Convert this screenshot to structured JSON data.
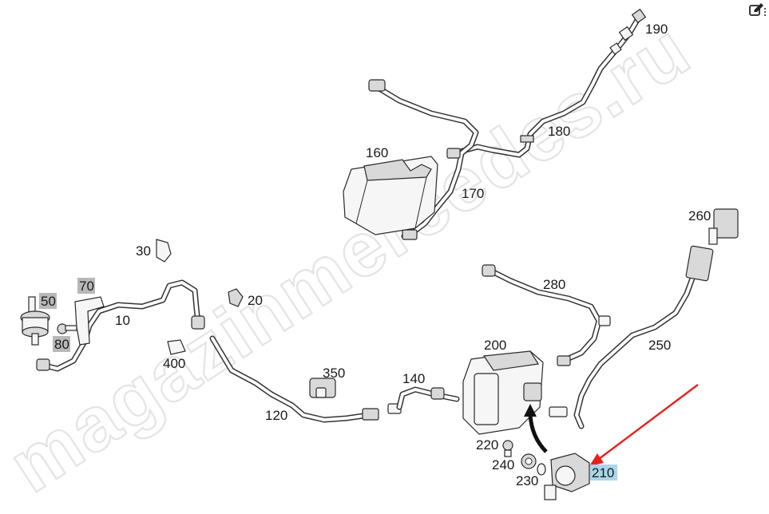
{
  "toolbar": {
    "edit_icon": "edit-icon"
  },
  "watermark": {
    "text": "magazinmercedes.ru"
  },
  "callouts": {
    "c10": "10",
    "c20": "20",
    "c30": "30",
    "c50": "50",
    "c70": "70",
    "c80": "80",
    "c120": "120",
    "c140": "140",
    "c160": "160",
    "c170": "170",
    "c180": "180",
    "c190": "190",
    "c200": "200",
    "c210": "210",
    "c220": "220",
    "c230": "230",
    "c240": "240",
    "c250": "250",
    "c260": "260",
    "c280": "280",
    "c350": "350",
    "c400": "400"
  },
  "highlight": {
    "gray_callouts": [
      "50",
      "70",
      "80"
    ],
    "blue_callout": "210",
    "gray_color": "#b8b8b8",
    "blue_color": "#a9d6ea",
    "arrow_color": "#e8201c"
  }
}
